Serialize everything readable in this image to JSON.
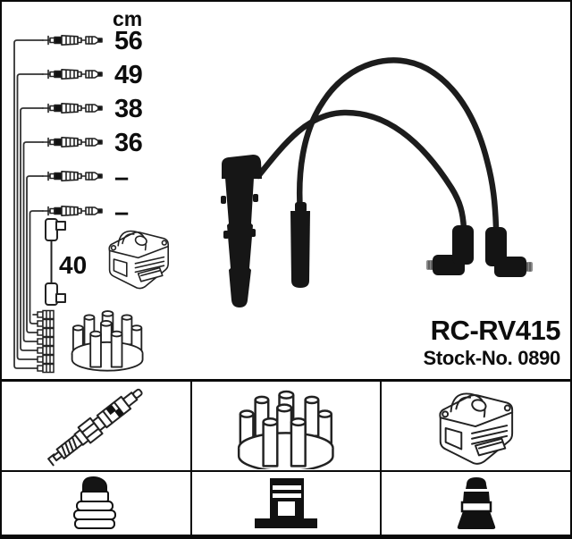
{
  "product": {
    "code": "RC-RV415",
    "stock_label": "Stock-No. 0890"
  },
  "schematic": {
    "unit": "cm",
    "cable_lengths": [
      "56",
      "49",
      "38",
      "36",
      "–",
      "–"
    ],
    "coil_wire_length": "40"
  },
  "legend": {
    "cells": [
      {
        "icon": "spark-plug"
      },
      {
        "icon": "distributor-cap"
      },
      {
        "icon": "ignition-coil"
      },
      {
        "icon": "spark-plug-terminal-boot"
      },
      {
        "icon": "distributor-terminal-boot"
      },
      {
        "icon": "coil-terminal-boot"
      }
    ]
  },
  "colors": {
    "background": "#ffffff",
    "border": "#000000",
    "line_art": "#222222",
    "photo_black": "#161616",
    "text": "#0d0d0d"
  }
}
